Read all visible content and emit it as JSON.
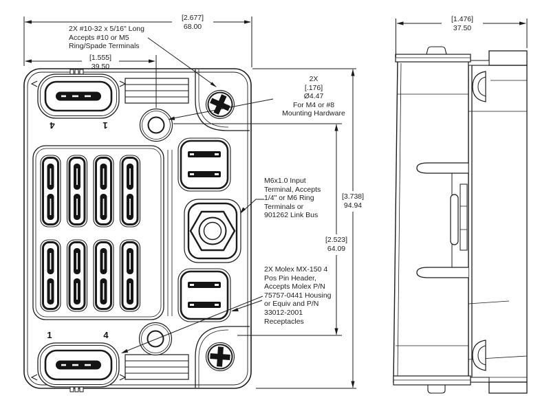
{
  "drawing": {
    "dimensions": {
      "front_width": {
        "inches": "[2.677]",
        "mm": "68.00"
      },
      "front_inner_width": {
        "inches": "[1.555]",
        "mm": "39.50"
      },
      "front_height": {
        "inches": "[3.738]",
        "mm": "94.94"
      },
      "hole_spacing": {
        "inches": "[2.523]",
        "mm": "64.09"
      },
      "side_width": {
        "inches": "[1.476]",
        "mm": "37.50"
      }
    },
    "callouts": {
      "terminal_screws": "2X #10-32 x 5/16\" Long\nAccepts #10 or M5\nRing/Spade Terminals",
      "mounting_holes": "2X\n[.176]\nØ4.47\nFor M4 or #8\nMounting Hardware",
      "input_terminal": "M6x1.0 Input\nTerminal, Accepts\n1/4\" or M6 Ring\nTerminals or\n901262 Link Bus",
      "molex_header": "2X Molex MX-150 4\nPos Pin Header,\nAccepts Molex P/N\n75757-0441 Housing\nor Equiv and P/N\n33012-2001\nReceptacles"
    },
    "pin_labels": {
      "top_left": "4",
      "top_right": "1",
      "bottom_left": "1",
      "bottom_right": "4"
    },
    "colors": {
      "line": "#1a1a1a",
      "background": "#ffffff"
    }
  }
}
